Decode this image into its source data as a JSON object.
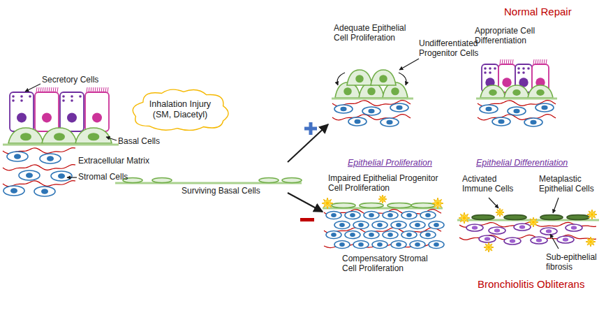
{
  "diagram": {
    "nodes": [
      {
        "text": [
          "Inhalation Injury (SM, Diacetyl)"
        ]
      }
    ],
    "labels": [
      "Normal Repair",
      "Secretory Cells",
      "Adequate Epithelial Cell Proliferation",
      "Undifferentiated Progenitor Cells",
      "Appropriate Cell Differentiation",
      "Basal Cells",
      "Extracellular Matrix",
      "Stromal Cells",
      "Surviving Basal Cells",
      "Epithelial Proliferation",
      "Epithelial Differentiation",
      "Impaired Epithelial Progenitor Cell Proliferation",
      "Activated Immune Cells",
      "Metaplastic Epithelial Cells",
      "Compensatory Stromal Cell Proliferation",
      "Sub-epithelial fibrosis",
      "Bronchiolitis Obliterans"
    ]
  }
}
